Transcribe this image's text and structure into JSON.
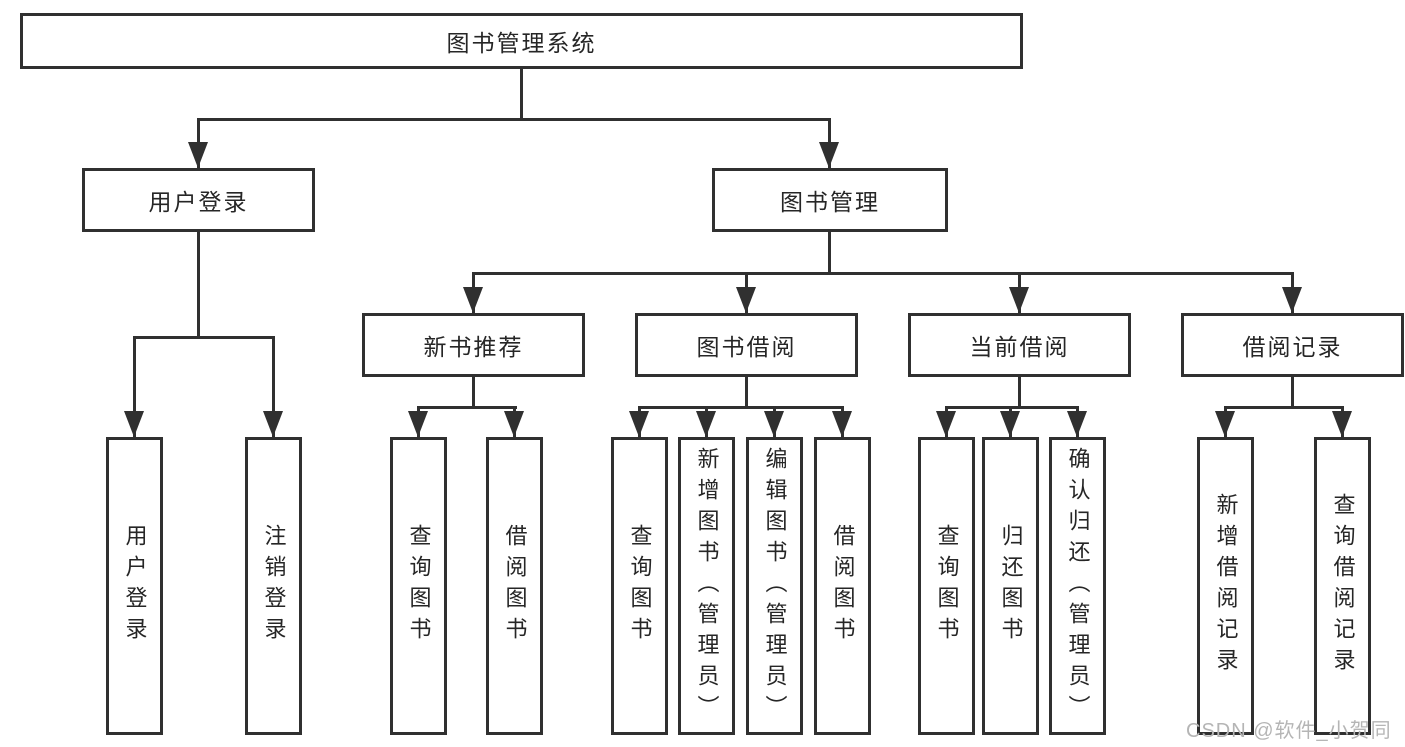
{
  "diagram": {
    "type": "tree",
    "tree": {
      "root": "图书管理系统",
      "level2": [
        {
          "label": "用户登录",
          "children": [
            "用户登录",
            "注销登录"
          ]
        },
        {
          "label": "图书管理"
        }
      ],
      "level3": [
        {
          "label": "新书推荐",
          "children": [
            "查询图书",
            "借阅图书"
          ]
        },
        {
          "label": "图书借阅",
          "children": [
            "查询图书",
            "新增图书（管理员）",
            "编辑图书（管理员）",
            "借阅图书"
          ]
        },
        {
          "label": "当前借阅",
          "children": [
            "查询图书",
            "归还图书",
            "确认归还（管理员）"
          ]
        },
        {
          "label": "借阅记录",
          "children": [
            "新增借阅记录",
            "查询借阅记录"
          ]
        }
      ]
    },
    "watermark": "CSDN @软件_小贺同学",
    "colors": {
      "line": "#303030",
      "box_border": "#303030",
      "text": "#262626",
      "watermark": "#b5b5b5",
      "background": "#ffffff"
    }
  }
}
